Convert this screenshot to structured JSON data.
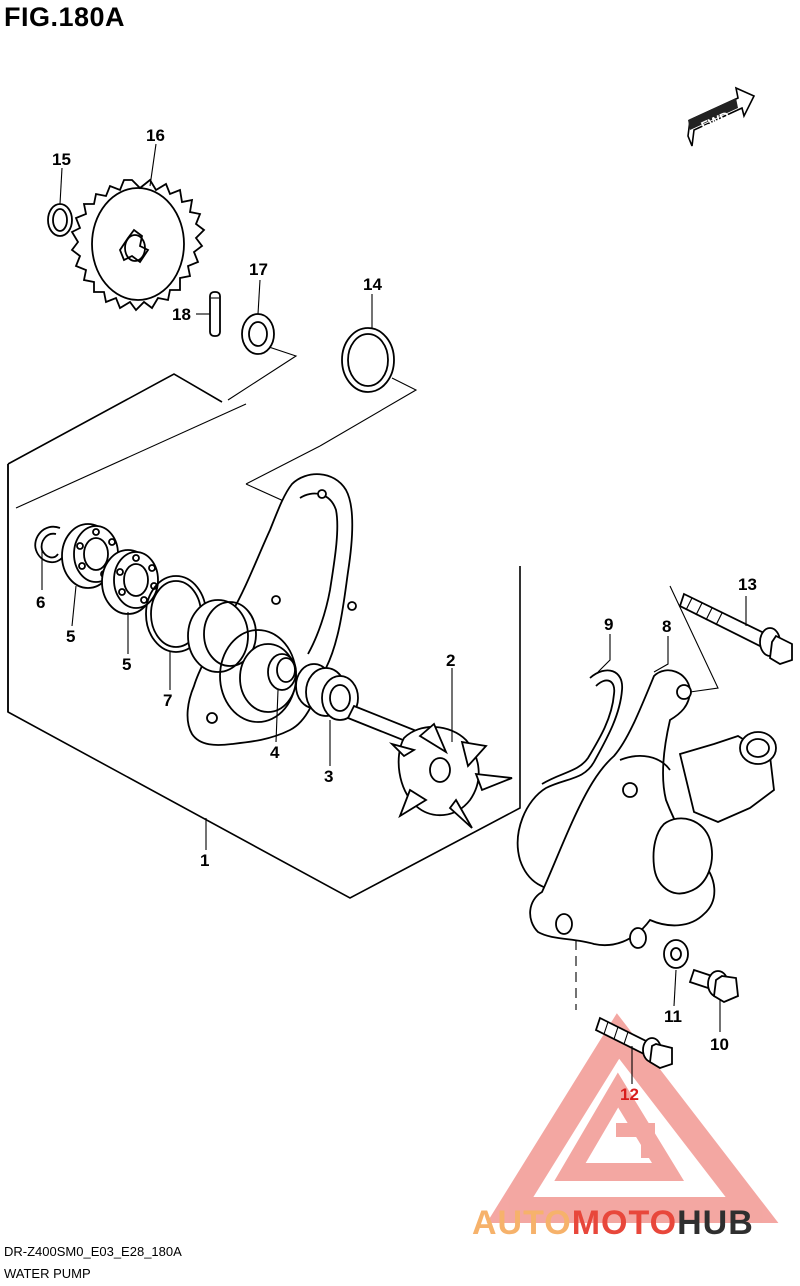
{
  "figure": {
    "title": "FIG.180A",
    "fwd_label": "FWD"
  },
  "callouts": {
    "p1": "1",
    "p2": "2",
    "p3": "3",
    "p4": "4",
    "p5a": "5",
    "p5b": "5",
    "p6": "6",
    "p7": "7",
    "p8": "8",
    "p9": "9",
    "p10": "10",
    "p11": "11",
    "p12": "12",
    "p13": "13",
    "p14": "14",
    "p15": "15",
    "p16": "16",
    "p17": "17",
    "p18": "18"
  },
  "footer": {
    "code": "DR-Z400SM0_E03_E28_180A",
    "name": "WATER PUMP"
  },
  "watermark": {
    "brand_part1": "AUTO",
    "brand_part2": "MOTO",
    "brand_part3": "HUB",
    "color_orange": "#f6b26b",
    "color_red": "#e8473b",
    "color_dark": "#2f2f2f"
  },
  "colors": {
    "callout_red": "#d81e1e",
    "line": "#000000"
  }
}
